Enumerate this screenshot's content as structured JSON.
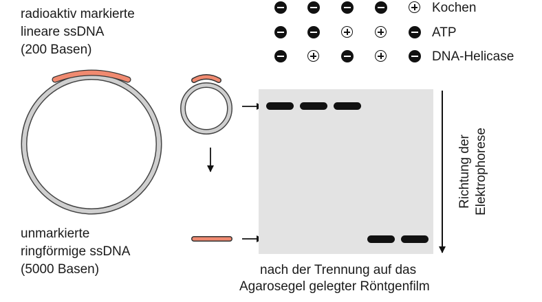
{
  "labels": {
    "ssdna_linear": [
      "radioaktiv markierte",
      "lineare ssDNA",
      "(200 Basen)"
    ],
    "ssdna_circular": [
      "unmarkierte",
      "ringförmige ssDNA",
      "(5000 Basen)"
    ],
    "film_caption": [
      "nach der Trennung auf das",
      "Agarosegel gelegter Röntgenfilm"
    ],
    "direction": [
      "Richtung der",
      "Elektrophorese"
    ]
  },
  "conditions": [
    {
      "name": "Kochen",
      "signs": [
        "-",
        "-",
        "-",
        "-",
        "+"
      ]
    },
    {
      "name": "ATP",
      "signs": [
        "-",
        "-",
        "+",
        "+",
        "-"
      ]
    },
    {
      "name": "DNA-Helicase",
      "signs": [
        "-",
        "+",
        "-",
        "+",
        "-"
      ]
    }
  ],
  "gel": {
    "lanes": 5,
    "band_upper_lanes": [
      1,
      2,
      3
    ],
    "band_lower_lanes": [
      4,
      5
    ]
  },
  "colors": {
    "radiolabel": "#f08a70",
    "ring": "#c8c8c8",
    "gel": "#e3e3e3",
    "band": "#111111"
  }
}
